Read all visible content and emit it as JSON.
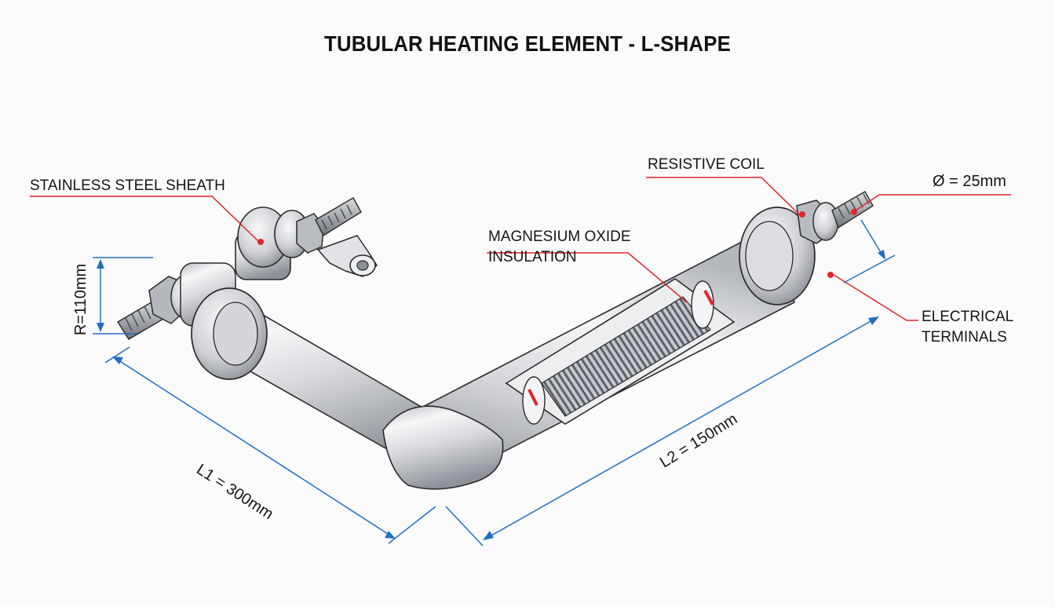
{
  "title": "TUBULAR HEATING ELEMENT - L-SHAPE",
  "labels": {
    "sheath": "STAINLESS STEEL SHEATH",
    "coil": "RESISTIVE COIL",
    "insulation_line1": "MAGNESIUM OXIDE",
    "insulation_line2": "INSULATION",
    "terminals_line1": "ELECTRICAL",
    "terminals_line2": "TERMINALS"
  },
  "dimensions": {
    "diameter": "Ø = 25mm",
    "radius": "R=110mm",
    "l1": "L1 = 300mm",
    "l2": "L2 = 150mm"
  },
  "colors": {
    "leader": "#e2242c",
    "dimension": "#1f6fc0",
    "outline": "#2a2a2a",
    "metal_light": "#f2f3f5",
    "metal_mid": "#c8cbd0",
    "metal_dark": "#8d9096"
  }
}
